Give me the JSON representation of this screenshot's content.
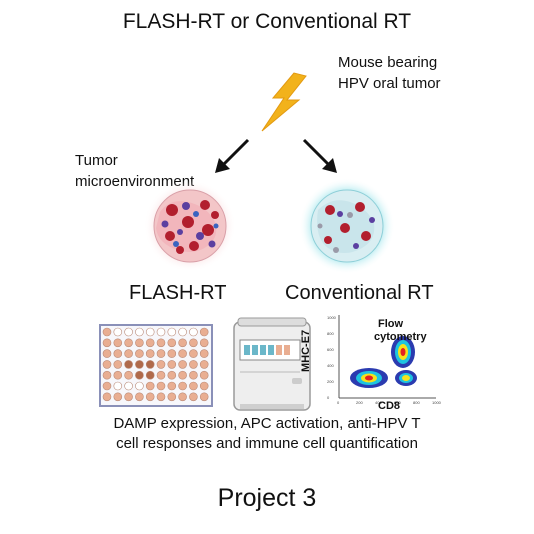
{
  "title": "FLASH-RT or Conventional RT",
  "mouse_label": [
    "Mouse bearing",
    "HPV oral tumor"
  ],
  "tme_label": [
    "Tumor",
    "microenvironment"
  ],
  "branch_labels": {
    "flash": "FLASH-RT",
    "conventional": "Conventional RT"
  },
  "flow": {
    "title": [
      "Flow",
      "cytometry"
    ],
    "xlabel": "CD8",
    "ylabel": "MHC-E7",
    "xticks": [
      "0",
      "200",
      "400",
      "600",
      "800",
      "1000"
    ],
    "yticks": [
      "0",
      "200",
      "400",
      "600",
      "800",
      "1000"
    ]
  },
  "description": [
    "DAMP expression, APC activation, anti-HPV T",
    "cell responses and immune cell quantification"
  ],
  "project": "Project 3",
  "colors": {
    "bolt": "#f2b21b",
    "flash_glow": "#f4a3a8",
    "conv_glow": "#35c8d6",
    "plate_frame": "#8a90b8",
    "well": "#e9ae92",
    "well_dark": "#b06a4b",
    "well_empty": "#ffffff"
  },
  "plate_dark_wells": [
    [
      2,
      3
    ],
    [
      3,
      3
    ],
    [
      4,
      3
    ],
    [
      3,
      4
    ],
    [
      4,
      4
    ]
  ],
  "plate_empty_wells": [
    [
      1,
      0
    ],
    [
      2,
      0
    ],
    [
      3,
      0
    ],
    [
      4,
      0
    ],
    [
      5,
      0
    ],
    [
      6,
      0
    ],
    [
      7,
      0
    ],
    [
      8,
      0
    ],
    [
      1,
      5
    ],
    [
      2,
      5
    ],
    [
      3,
      5
    ]
  ]
}
